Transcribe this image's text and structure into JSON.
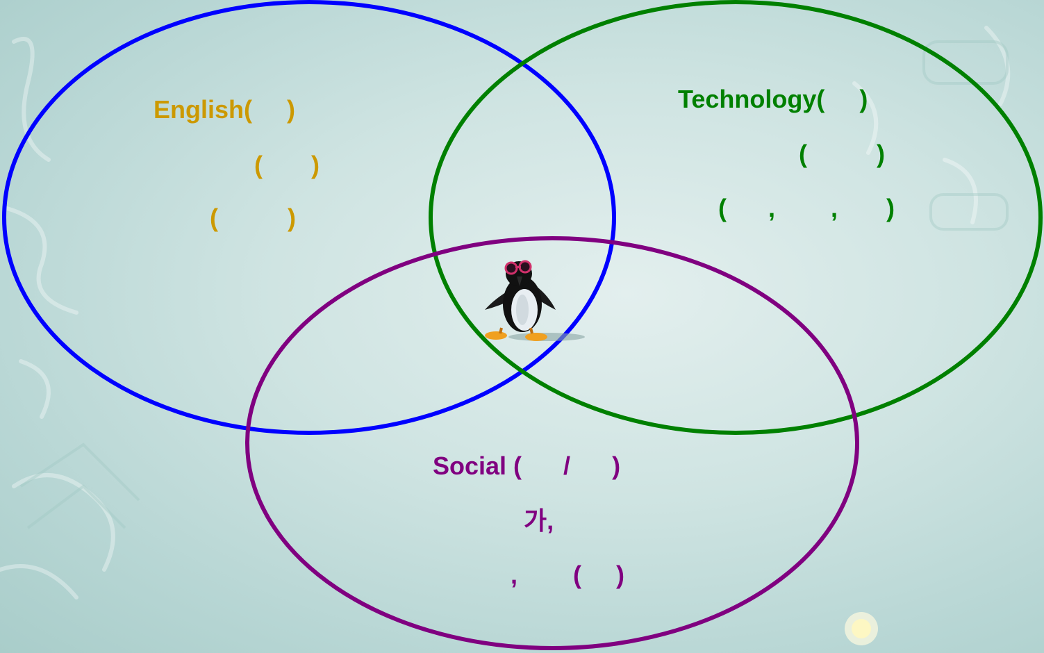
{
  "sets": {
    "english": {
      "color": "#0000ff",
      "text_color": "#cc9900",
      "lines": [
        "English(     )",
        "(       )",
        "(          )"
      ]
    },
    "technology": {
      "color": "#008000",
      "text_color": "#008000",
      "lines": [
        "Technology(     )",
        "(          )",
        "(      ,        ,       )"
      ]
    },
    "social": {
      "color": "#800080",
      "text_color": "#800080",
      "lines": [
        "Social (      /      )",
        "가,",
        ",        (     )"
      ]
    }
  },
  "center_image": "penguin-with-sunglasses"
}
